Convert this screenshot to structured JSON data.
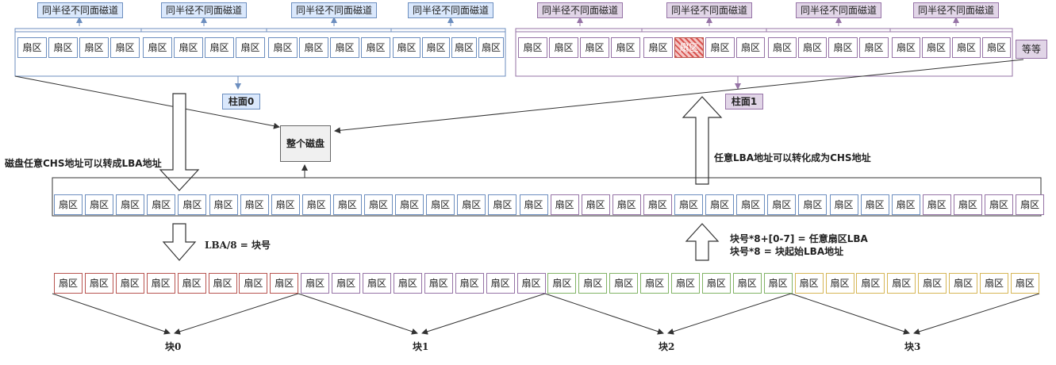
{
  "cell_label": "扇区",
  "track_label": "同半径不同面磁道",
  "cylinders": [
    "柱面0",
    "柱面1"
  ],
  "etc_label": "等等",
  "whole_disk": "整个磁盘",
  "chs_to_lba": "磁盘任意CHS地址可以转成LBA地址",
  "lba_to_chs": "任意LBA地址可以转化成为CHS地址",
  "lba_div": "LBA/8 = 块号",
  "block_formula_1": "块号*8+[0-7] = 任意扇区LBA",
  "block_formula_2": "块号*8 = 块起始LBA地址",
  "blocks": [
    "块0",
    "块1",
    "块2",
    "块3"
  ],
  "colors": {
    "blue": "#6c8ebf",
    "purple": "#9673a6",
    "red": "#b85450",
    "green": "#82b366",
    "yellow": "#d6b656"
  }
}
